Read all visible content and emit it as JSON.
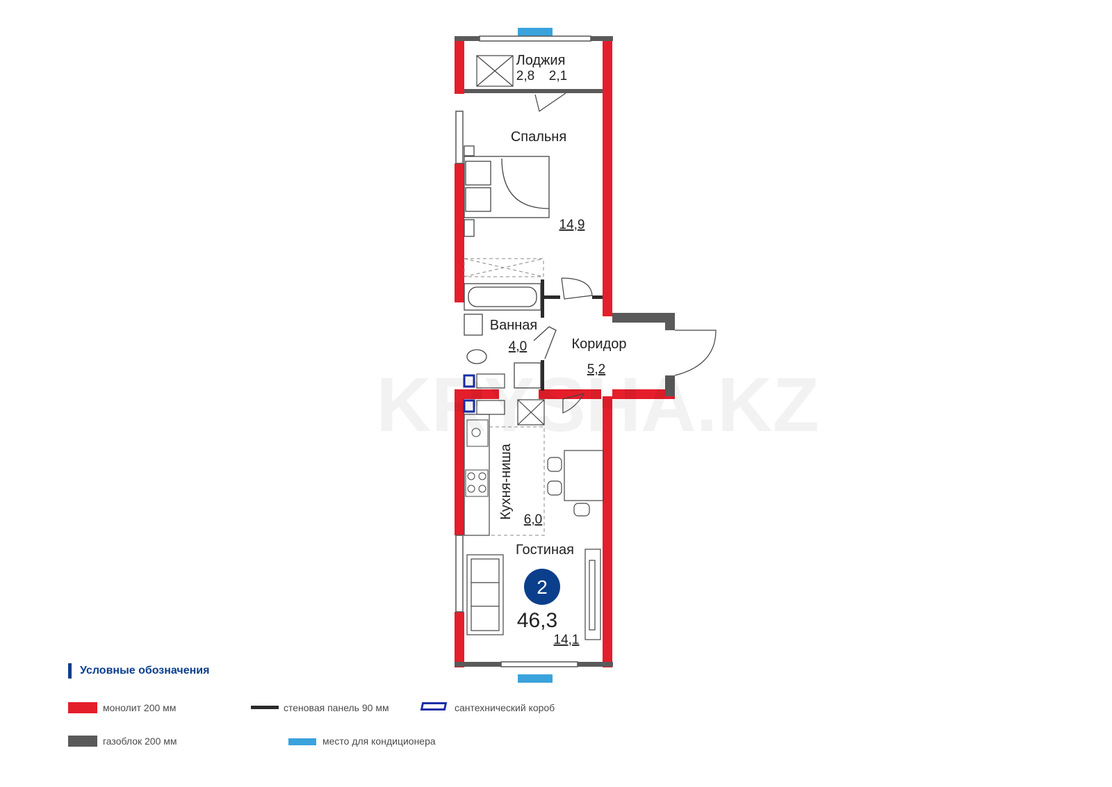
{
  "plan": {
    "rooms": [
      {
        "name": "Лоджия",
        "area": "2,8",
        "area2": "2,1"
      },
      {
        "name": "Спальня",
        "area": "14,9"
      },
      {
        "name": "Ванная",
        "area": "4,0"
      },
      {
        "name": "Коридор",
        "area": "5,2"
      },
      {
        "name": "Кухня-ниша",
        "area": "6,0"
      },
      {
        "name": "Гостиная",
        "area": "14,1"
      }
    ],
    "room_count": "2",
    "total_area": "46,3",
    "watermark": "KRYSHA.KZ"
  },
  "legend": {
    "title": "Условные обозначения",
    "items": [
      {
        "label": "монолит 200 мм",
        "color": "#e41e2b"
      },
      {
        "label": "стеновая панель 90 мм",
        "color": "#2b2b2b"
      },
      {
        "label": "сантехнический короб",
        "color": "#1a2fa8"
      },
      {
        "label": "газоблок 200 мм",
        "color": "#5a5a5a"
      },
      {
        "label": "место для кондиционера",
        "color": "#3aa3dc"
      }
    ]
  },
  "colors": {
    "monolith": "#e41e2b",
    "panel": "#2b2b2b",
    "gasblock": "#5a5a5a",
    "ac": "#3aa3dc",
    "badge": "#0b3f8c"
  }
}
